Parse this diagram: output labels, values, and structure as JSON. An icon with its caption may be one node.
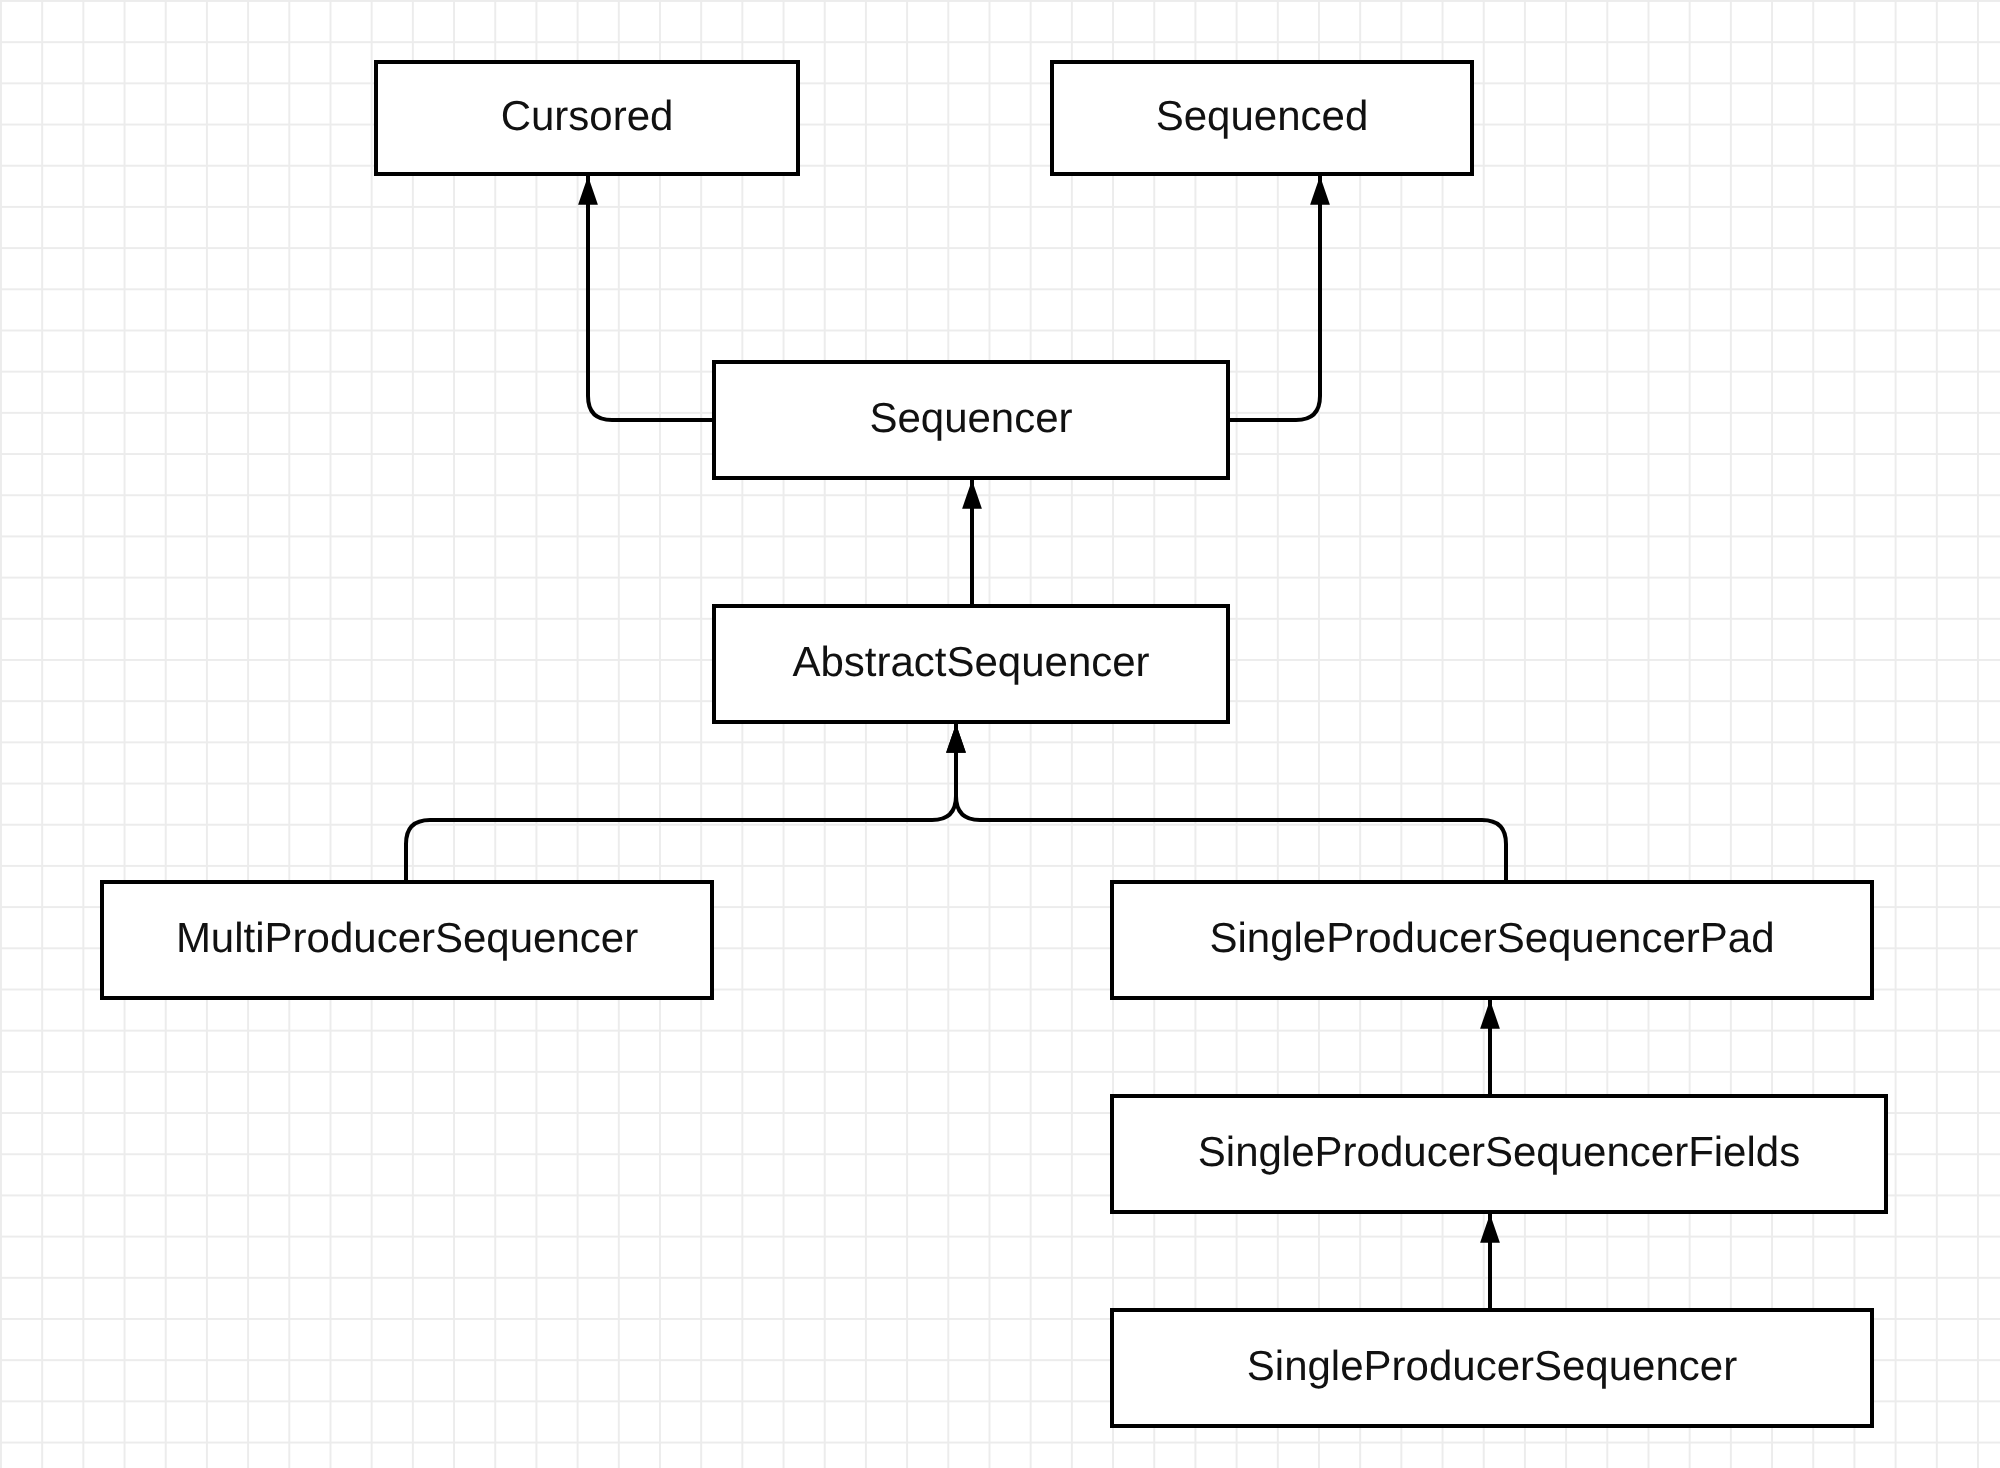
{
  "diagram": {
    "nodes": [
      {
        "text": [
          "Cursored"
        ]
      },
      {
        "text": [
          "Sequenced"
        ]
      },
      {
        "text": [
          "Sequencer"
        ]
      },
      {
        "text": [
          "AbstractSequencer"
        ]
      },
      {
        "text": [
          "MultiProducerSequencer"
        ]
      },
      {
        "text": [
          "SingleProducerSequencerPad"
        ]
      },
      {
        "text": [
          "SingleProducerSequencerFields"
        ]
      },
      {
        "text": [
          "SingleProducerSequencer"
        ]
      }
    ],
    "edges": [
      {
        "from": 2,
        "to": 0,
        "arrow": "to"
      },
      {
        "from": 2,
        "to": 1,
        "arrow": "to"
      },
      {
        "from": 3,
        "to": 2,
        "arrow": "to"
      },
      {
        "from": 4,
        "to": 3,
        "arrow": "to"
      },
      {
        "from": 5,
        "to": 3,
        "arrow": "to"
      },
      {
        "from": 6,
        "to": 5,
        "arrow": "to"
      },
      {
        "from": 7,
        "to": 6,
        "arrow": "to"
      }
    ]
  }
}
